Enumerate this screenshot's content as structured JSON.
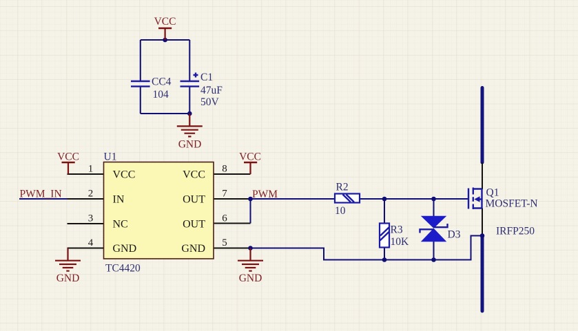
{
  "schematic": {
    "tool_style": "EDA schematic sheet",
    "power": {
      "vcc": "VCC",
      "gnd": "GND"
    },
    "nets": {
      "pwm_in": "PWM_IN",
      "pwm": "PWM"
    },
    "ic": {
      "designator": "U1",
      "part": "TC4420",
      "left_pins": [
        {
          "num": "1",
          "name": "VCC"
        },
        {
          "num": "2",
          "name": "IN"
        },
        {
          "num": "3",
          "name": "NC"
        },
        {
          "num": "4",
          "name": "GND"
        }
      ],
      "right_pins": [
        {
          "num": "8",
          "name": "VCC"
        },
        {
          "num": "7",
          "name": "OUT"
        },
        {
          "num": "6",
          "name": "OUT"
        },
        {
          "num": "5",
          "name": "GND"
        }
      ]
    },
    "capacitors": {
      "cc4": {
        "ref": "CC4",
        "value": "104"
      },
      "c1": {
        "ref": "C1",
        "value": "47uF",
        "voltage": "50V",
        "polarity": "+"
      }
    },
    "resistors": {
      "r2": {
        "ref": "R2",
        "value": "10"
      },
      "r3": {
        "ref": "R3",
        "value": "10K"
      }
    },
    "diodes": {
      "d3": {
        "ref": "D3"
      }
    },
    "transistors": {
      "q1": {
        "ref": "Q1",
        "type": "MOSFET-N",
        "part": "IRFP250"
      }
    },
    "colors": {
      "background": "#F5F2E8",
      "wire": "#0E0E76",
      "component": "#1A1AA6",
      "diode_fill": "#1C1CC9",
      "power_symbol": "#7B1010",
      "net_label": "#7E2226",
      "designator": "#2E2E72",
      "ic_fill": "#FBF8B6",
      "ic_border": "#4A1D15"
    }
  }
}
